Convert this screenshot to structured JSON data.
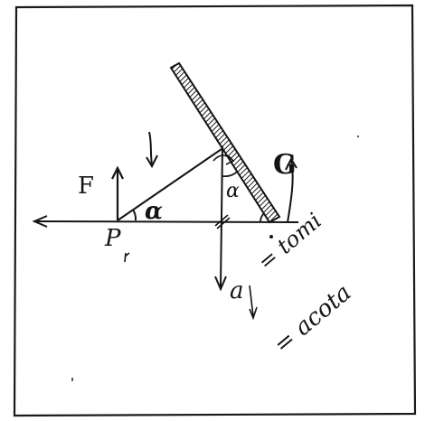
{
  "diagram": {
    "labels": {
      "force": "F",
      "point": "P",
      "angle_base": "α",
      "angle_rod": "α",
      "moment": "G",
      "accel": "a",
      "note_line1": "= tomi",
      "note_line2": "= acota"
    },
    "colors": {
      "ink": "#141414",
      "paper": "#ffffff",
      "hatch_fill": "#5a5a5a"
    }
  }
}
